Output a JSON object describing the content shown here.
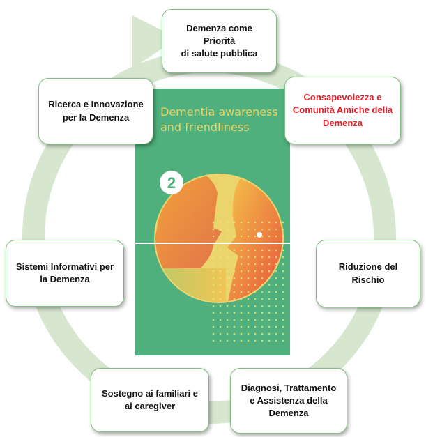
{
  "cards": {
    "top": {
      "lines": [
        "Demenza come Priorità",
        "di salute pubblica"
      ]
    },
    "top_left": {
      "lines": [
        "Ricerca e Innovazione",
        "per la Demenza"
      ]
    },
    "top_right": {
      "lines": [
        "Consapevolezza e",
        "Comunità Amiche della",
        "Demenza"
      ]
    },
    "mid_left": {
      "lines": [
        "Sistemi Informativi per",
        "la Demenza"
      ]
    },
    "mid_right": {
      "lines": [
        "Riduzione del Rischio"
      ]
    },
    "bottom_left": {
      "lines": [
        "Sostegno ai familiari e",
        "ai caregiver"
      ]
    },
    "bottom_right": {
      "lines": [
        "Diagnosi, Trattamento",
        "e Assistenza della",
        "Demenza"
      ]
    }
  },
  "poster": {
    "title_lines": [
      "Dementia awareness",
      "and friendliness"
    ],
    "number": "2"
  },
  "colors": {
    "ring": "#d6e6cf",
    "poster_bg": "#4fb07d",
    "poster_title": "#e6d56a",
    "highlight_text": "#e0202a",
    "card_border": "#7fbf7f"
  }
}
